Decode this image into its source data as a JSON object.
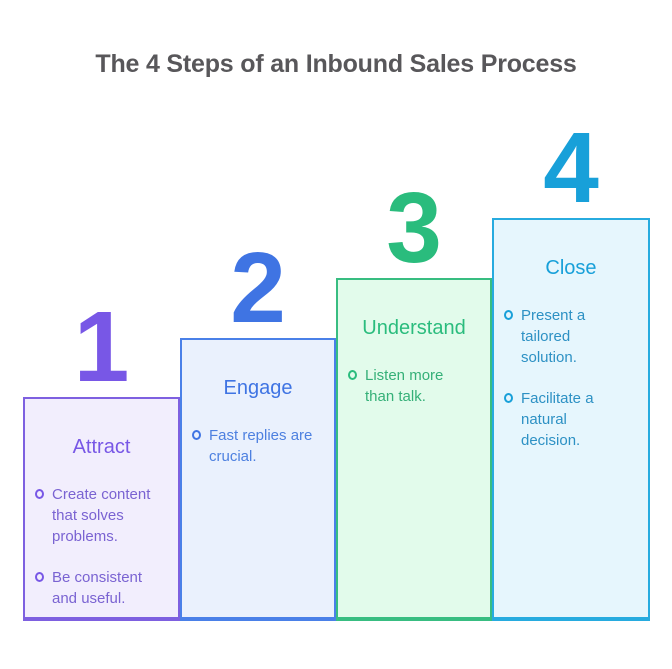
{
  "title": {
    "text": "The 4 Steps of an Inbound Sales Process",
    "color": "#58575a"
  },
  "steps": [
    {
      "number": "1",
      "label": "Attract",
      "bullets": [
        "Create content\nthat solves\nproblems.",
        "Be consistent\nand useful."
      ],
      "colors": {
        "accent": "#7857e6",
        "fill": "#f2eefd",
        "border": "#7e60e0",
        "body": "#7a63d2"
      }
    },
    {
      "number": "2",
      "label": "Engage",
      "bullets": [
        "Fast replies are\ncrucial."
      ],
      "colors": {
        "accent": "#3f74e3",
        "fill": "#eaf1fd",
        "border": "#4a80e8",
        "body": "#4d80e0"
      }
    },
    {
      "number": "3",
      "label": "Understand",
      "bullets": [
        "Listen more\nthan talk."
      ],
      "colors": {
        "accent": "#2abc7d",
        "fill": "#e2fbeb",
        "border": "#38bd81",
        "body": "#35b078"
      }
    },
    {
      "number": "4",
      "label": "Close",
      "bullets": [
        "Present a\ntailored\nsolution.",
        "Facilitate a\nnatural\ndecision."
      ],
      "colors": {
        "accent": "#18a0d9",
        "fill": "#e6f6fd",
        "border": "#27abdf",
        "body": "#2d91c4"
      }
    }
  ]
}
